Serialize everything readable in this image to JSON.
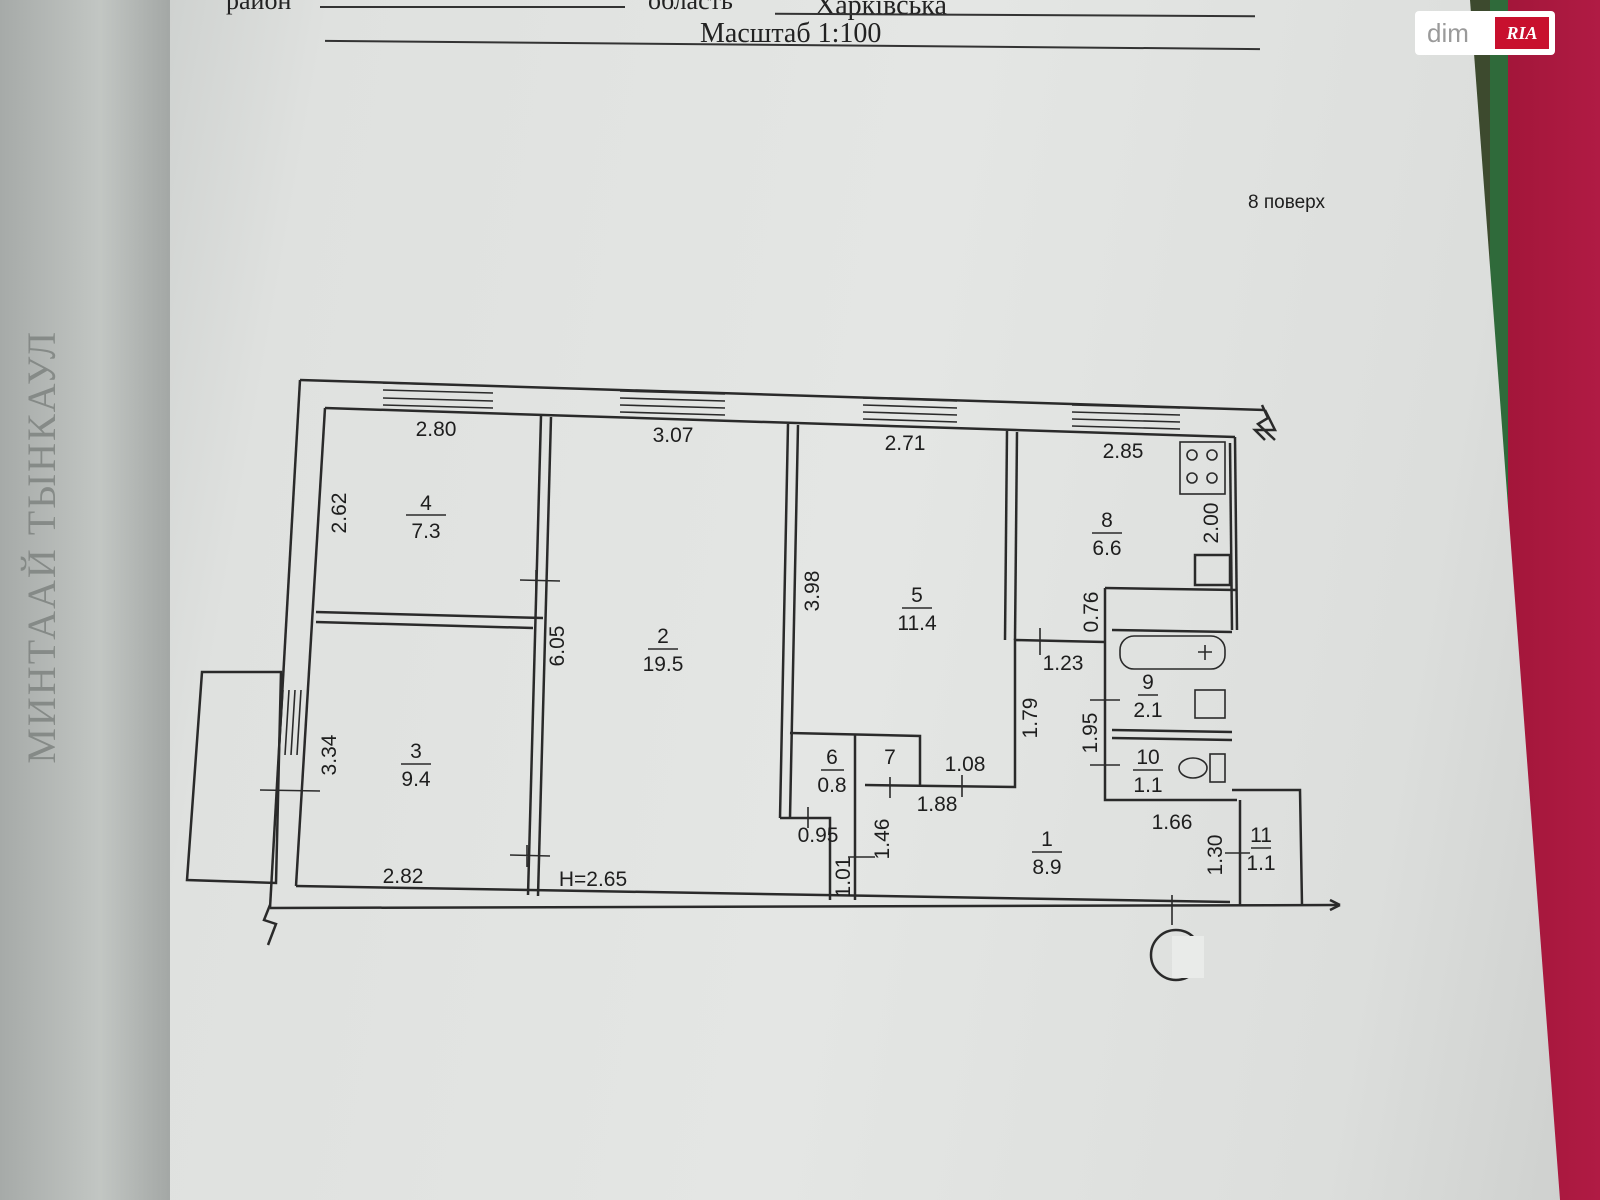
{
  "header": {
    "rayon_label": "район",
    "oblast_label": "область",
    "oblast_value": "Харківська",
    "scale": "Масштаб 1:100"
  },
  "floor_label": "8 поверх",
  "ceiling_height": "H=2.65",
  "rooms": [
    {
      "num": "1",
      "area": "8.9"
    },
    {
      "num": "2",
      "area": "19.5"
    },
    {
      "num": "3",
      "area": "9.4"
    },
    {
      "num": "4",
      "area": "7.3"
    },
    {
      "num": "5",
      "area": "11.4"
    },
    {
      "num": "6",
      "area": "0.8"
    },
    {
      "num": "7",
      "area": ""
    },
    {
      "num": "8",
      "area": "6.6"
    },
    {
      "num": "9",
      "area": "2.1"
    },
    {
      "num": "10",
      "area": "1.1"
    },
    {
      "num": "11",
      "area": "1.1"
    }
  ],
  "dimensions": [
    "2.80",
    "3.07",
    "2.71",
    "2.85",
    "2.62",
    "6.05",
    "3.98",
    "2.00",
    "0.76",
    "1.23",
    "1.79",
    "1.95",
    "1.08",
    "1.88",
    "0.95",
    "1.46",
    "1.01",
    "1.66",
    "1.30",
    "3.34",
    "2.82"
  ],
  "spine_text": "МИНТААЙ ТЫНКАУЛ",
  "watermark": {
    "left": "dim",
    "right": "RIA"
  }
}
